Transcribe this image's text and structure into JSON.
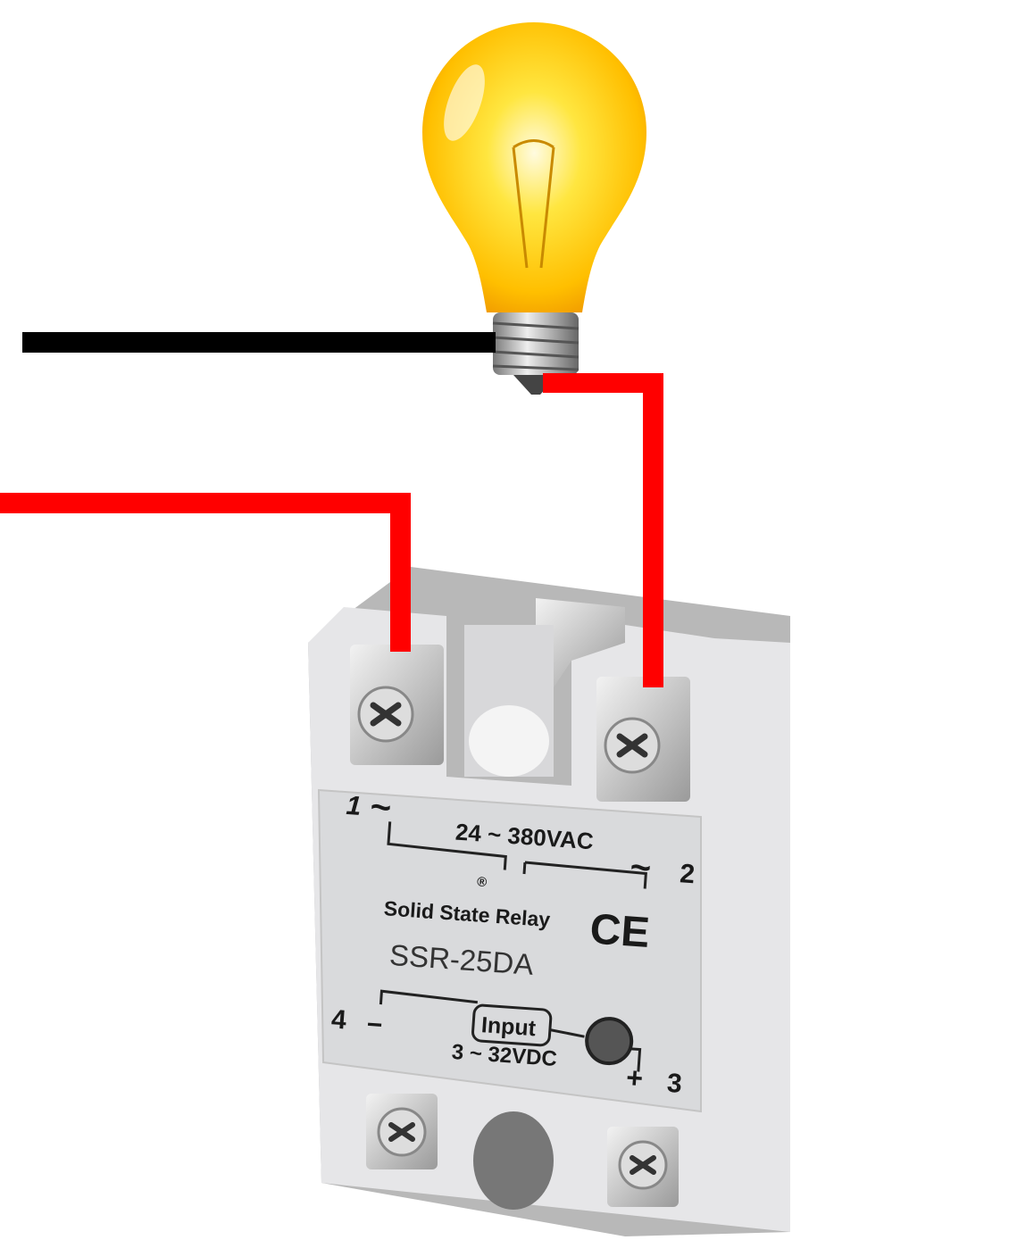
{
  "relay": {
    "terminal_1": "1",
    "terminal_2": "2",
    "terminal_3": "3",
    "terminal_4": "4",
    "ac_symbol": "~",
    "load_voltage": "24 ~ 380VAC",
    "registered_mark": "®",
    "certification": "CE",
    "product_name": "Solid State Relay",
    "model": "SSR-25DA",
    "input_label": "Input",
    "input_voltage": "3 ~ 32VDC",
    "minus": "−",
    "plus": "+"
  },
  "colors": {
    "live_wire": "#ff0000",
    "neutral_wire": "#000000",
    "relay_body": "#e4e4e6",
    "bulb_glow": "#ffcc00"
  }
}
